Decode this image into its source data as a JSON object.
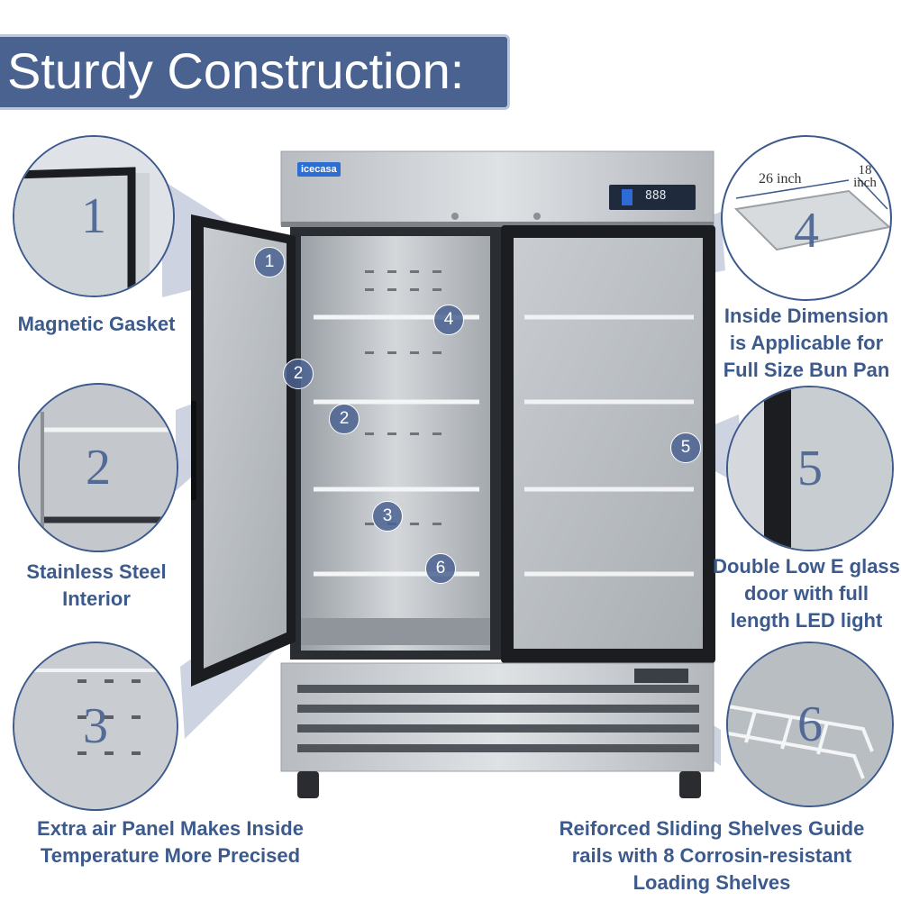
{
  "title": "Sturdy Construction:",
  "brand": "icecasa",
  "controller_display": "888",
  "tray": {
    "length": "26 inch",
    "width": "18 inch"
  },
  "features": [
    {
      "number": "1",
      "lines": [
        "Magnetic Gasket"
      ]
    },
    {
      "number": "2",
      "lines": [
        "Stainless Steel",
        "Interior"
      ]
    },
    {
      "number": "3",
      "lines": [
        "Extra air Panel Makes Inside",
        "Temperature More Precised"
      ]
    },
    {
      "number": "4",
      "lines": [
        "Inside Dimension",
        "is Applicable for",
        "Full Size Bun Pan"
      ]
    },
    {
      "number": "5",
      "lines": [
        "Double Low E glass",
        "door with full",
        "length LED light"
      ]
    },
    {
      "number": "6",
      "lines": [
        "Reiforced Sliding Shelves Guide",
        "rails with 8 Corrosin-resistant",
        "Loading Shelves"
      ]
    }
  ],
  "colors": {
    "accent": "#4a6290",
    "label": "#3d5a8c",
    "steel": "#c9ccd0"
  }
}
